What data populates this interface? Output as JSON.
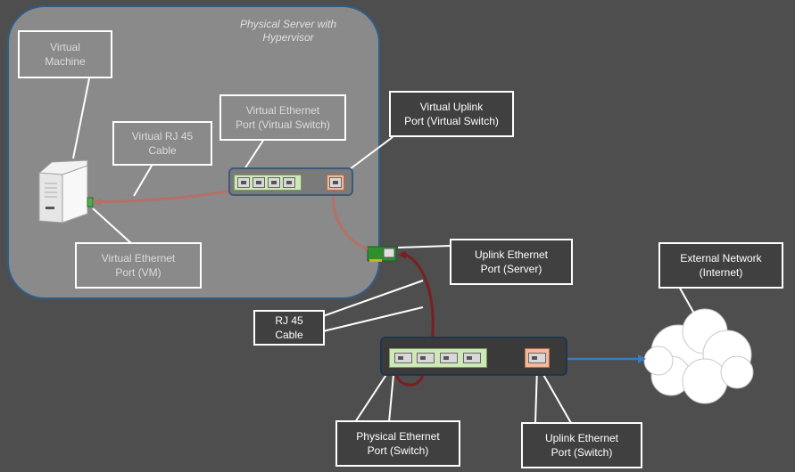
{
  "server": {
    "title_line1": "Physical Server with",
    "title_line2": "Hypervisor"
  },
  "callouts": {
    "virtual_machine": [
      "Virtual",
      "Machine"
    ],
    "virtual_rj45": [
      "Virtual RJ 45",
      "Cable"
    ],
    "virtual_ethernet_port_switch": [
      "Virtual Ethernet",
      "Port (Virtual Switch)"
    ],
    "virtual_uplink_port": [
      "Virtual Uplink",
      "Port (Virtual Switch)"
    ],
    "virtual_ethernet_port_vm": [
      "Virtual Ethernet",
      "Port (VM)"
    ],
    "uplink_ethernet_port_server": [
      "Uplink Ethernet",
      "Port (Server)"
    ],
    "rj45_cable": [
      "RJ 45 Cable"
    ],
    "external_network": [
      "External Network",
      "(Internet)"
    ],
    "physical_ethernet_port_switch": [
      "Physical Ethernet",
      "Port (Switch)"
    ],
    "uplink_ethernet_port_switch": [
      "Uplink Ethernet",
      "Port (Switch)"
    ]
  },
  "colors": {
    "background": "#4e4e4e",
    "server_fill": "#8a8a8a",
    "server_border": "#2e5d8a",
    "virtual_cable": "#b57068",
    "physical_cable": "#7a1f1f",
    "network_link": "#3a7cc0",
    "port_panel_green": "#cfe8b8",
    "port_panel_orange": "#f4b99a",
    "nic_green": "#2f8f2f"
  }
}
